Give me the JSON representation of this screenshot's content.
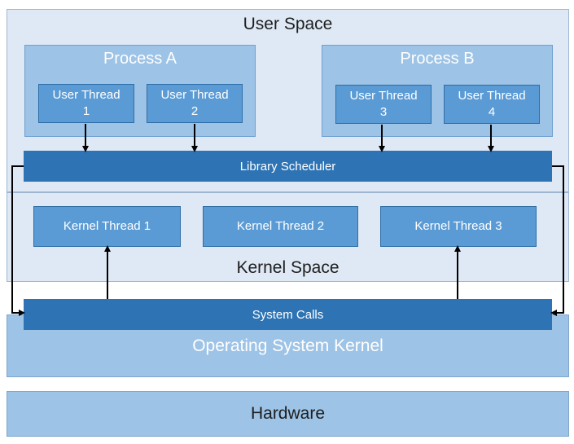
{
  "user_space": {
    "label": "User Space"
  },
  "kernel_space": {
    "label": "Kernel Space"
  },
  "processes": [
    {
      "label": "Process A",
      "threads": [
        {
          "line1": "User Thread",
          "line2": "1"
        },
        {
          "line1": "User Thread",
          "line2": "2"
        }
      ]
    },
    {
      "label": "Process B",
      "threads": [
        {
          "line1": "User Thread",
          "line2": "3"
        },
        {
          "line1": "User Thread",
          "line2": "4"
        }
      ]
    }
  ],
  "library_scheduler": {
    "label": "Library Scheduler"
  },
  "kernel_threads": [
    {
      "label": "Kernel Thread 1"
    },
    {
      "label": "Kernel Thread 2"
    },
    {
      "label": "Kernel Thread 3"
    }
  ],
  "system_calls": {
    "label": "System Calls"
  },
  "os_kernel": {
    "label": "Operating System Kernel"
  },
  "hardware": {
    "label": "Hardware"
  },
  "colors": {
    "space_fill": "#dfe9f5",
    "light_blue": "#9dc3e6",
    "mid_blue": "#5b9bd5",
    "dark_blue": "#2e74b5",
    "arrow": "#000000"
  }
}
